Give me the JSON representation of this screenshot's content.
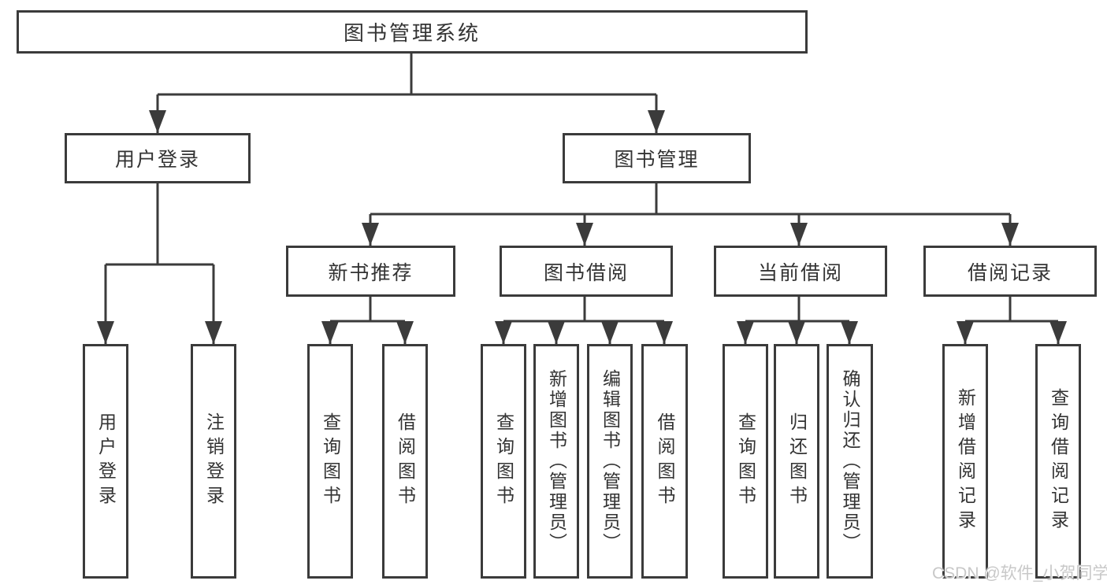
{
  "tree": {
    "root": {
      "label": "图书管理系统"
    },
    "branches": [
      {
        "label": "用户登录",
        "children": [
          {
            "label": "用户登录"
          },
          {
            "label": "注销登录"
          }
        ]
      },
      {
        "label": "图书管理",
        "groups": [
          {
            "label": "新书推荐",
            "children": [
              {
                "label": "查询图书"
              },
              {
                "label": "借阅图书"
              }
            ]
          },
          {
            "label": "图书借阅",
            "children": [
              {
                "label": "查询图书"
              },
              {
                "label": "新增图书（管理员）"
              },
              {
                "label": "编辑图书（管理员）"
              },
              {
                "label": "借阅图书"
              }
            ]
          },
          {
            "label": "当前借阅",
            "children": [
              {
                "label": "查询图书"
              },
              {
                "label": "归还图书"
              },
              {
                "label": "确认归还（管理员）"
              }
            ]
          },
          {
            "label": "借阅记录",
            "children": [
              {
                "label": "新增借阅记录"
              },
              {
                "label": "查询借阅记录"
              }
            ]
          }
        ]
      }
    ]
  },
  "watermark": "CSDN @软件_小贺同学",
  "colors": {
    "line": "#3b3b3b",
    "text": "#333333",
    "watermark": "#c8c8c8",
    "bg": "#ffffff"
  }
}
